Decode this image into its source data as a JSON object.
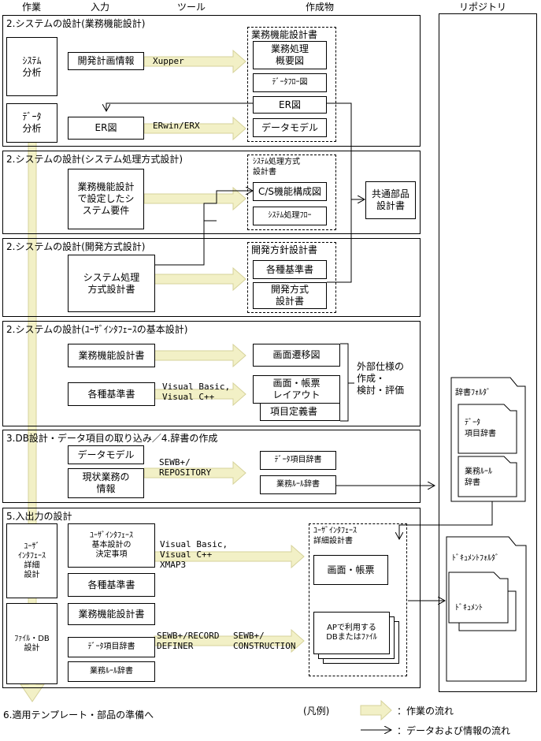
{
  "headers": {
    "work": "作業",
    "input": "入力",
    "tool": "ツール",
    "output": "作成物",
    "repository": "リポジトリ"
  },
  "s1": {
    "title": "2.システムの設計(業務機能設計)",
    "task_system": "ｼｽﾃﾑ\n分析",
    "task_data": "ﾃﾞｰﾀ\n分析",
    "in_plan": "開発計画情報",
    "tool_xupper": "Xupper",
    "out_group": "業務機能設計書",
    "out_overview": "業務処理\n概要図",
    "out_dataflow": "ﾃﾞｰﾀﾌﾛｰ図",
    "out_er": "ER図",
    "in_er": "ER図",
    "tool_erwin": "ERwin/ERX",
    "out_model": "データモデル"
  },
  "s2": {
    "title": "2.システムの設計(システム処理方式設計)",
    "in_req": "業務機能設計\nで設定したシ\nステム要件",
    "out_group": "ｼｽﾃﾑ処理方式\n設計書",
    "out_cs": "C/S機能構成図",
    "out_flow": "ｼｽﾃﾑ処理ﾌﾛｰ",
    "common": "共通部品\n設計書"
  },
  "s3": {
    "title": "2.システムの設計(開発方式設計)",
    "in_sys": "システム処理\n方式設計書",
    "out_group": "開発方針設計書",
    "out_std": "各種基準書",
    "out_dev": "開発方式\n設計書"
  },
  "s4": {
    "title": "2.システムの設計(ﾕｰｻﾞｲﾝﾀﾌｪｰｽの基本設計)",
    "in_func": "業務機能設計書",
    "in_std": "各種基準書",
    "tool_vb": "Visual Basic,\nVisual C++",
    "out_trans": "画面遷移図",
    "out_layout": "画面・帳票\nレイアウト",
    "out_item": "項目定義書",
    "external": "外部仕様の\n作成・\n検討・評価"
  },
  "s5": {
    "title": "3.DB設計・データ項目の取り込み／4.辞書の作成",
    "in_model": "データモデル",
    "in_current": "現状業務の\n情報",
    "tool_sewb": "SEWB+/\nREPOSITORY",
    "out_item_dict": "ﾃﾞｰﾀ項目辞書",
    "out_rule_dict": "業務ﾙｰﾙ辞書"
  },
  "s6": {
    "title": "5.入出力の設計",
    "task_ui": "ﾕｰｻﾞ\nｲﾝﾀﾌｪｰｽ\n詳細\n設計",
    "in_decision": "ﾕｰｻﾞｲﾝﾀﾌｪｰｽ\n基本設計の\n決定事項",
    "in_std": "各種基準書",
    "tool_vb": "Visual Basic,\nVisual C++\nXMAP3",
    "out_group": "ﾕｰｻﾞｲﾝﾀﾌｪｰｽ\n詳細設計書",
    "out_screen": "画面・帳票",
    "task_file": "ﾌｧｲﾙ・DB\n設計",
    "in_func": "業務機能設計書",
    "in_item": "ﾃﾞｰﾀ項目辞書",
    "in_rule": "業務ﾙｰﾙ辞書",
    "tool_record": "SEWB+/RECORD\nDEFINER",
    "tool_construction": "SEWB+/\nCONSTRUCTION",
    "out_ap": "APで利用する\nDBまたはﾌｧｲﾙ"
  },
  "repo": {
    "dict_folder": "辞書ﾌｫﾙﾀﾞ",
    "item_dict": "ﾃﾞｰﾀ\n項目辞書",
    "rule_dict": "業務ﾙｰﾙ\n辞書",
    "doc_folder": "ﾄﾞｷｭﾒﾝﾄﾌｫﾙﾀﾞ",
    "doc": "ﾄﾞｷｭﾒﾝﾄ"
  },
  "footer": {
    "next": "6.適用テンプレート・部品の準備へ",
    "legend": "(凡例)",
    "work_flow": "：作業の流れ",
    "data_flow": "：データおよび情報の流れ"
  },
  "colors": {
    "flow_fill": "#f2f0c6",
    "flow_stroke": "#d6d29a",
    "line": "#000000"
  }
}
